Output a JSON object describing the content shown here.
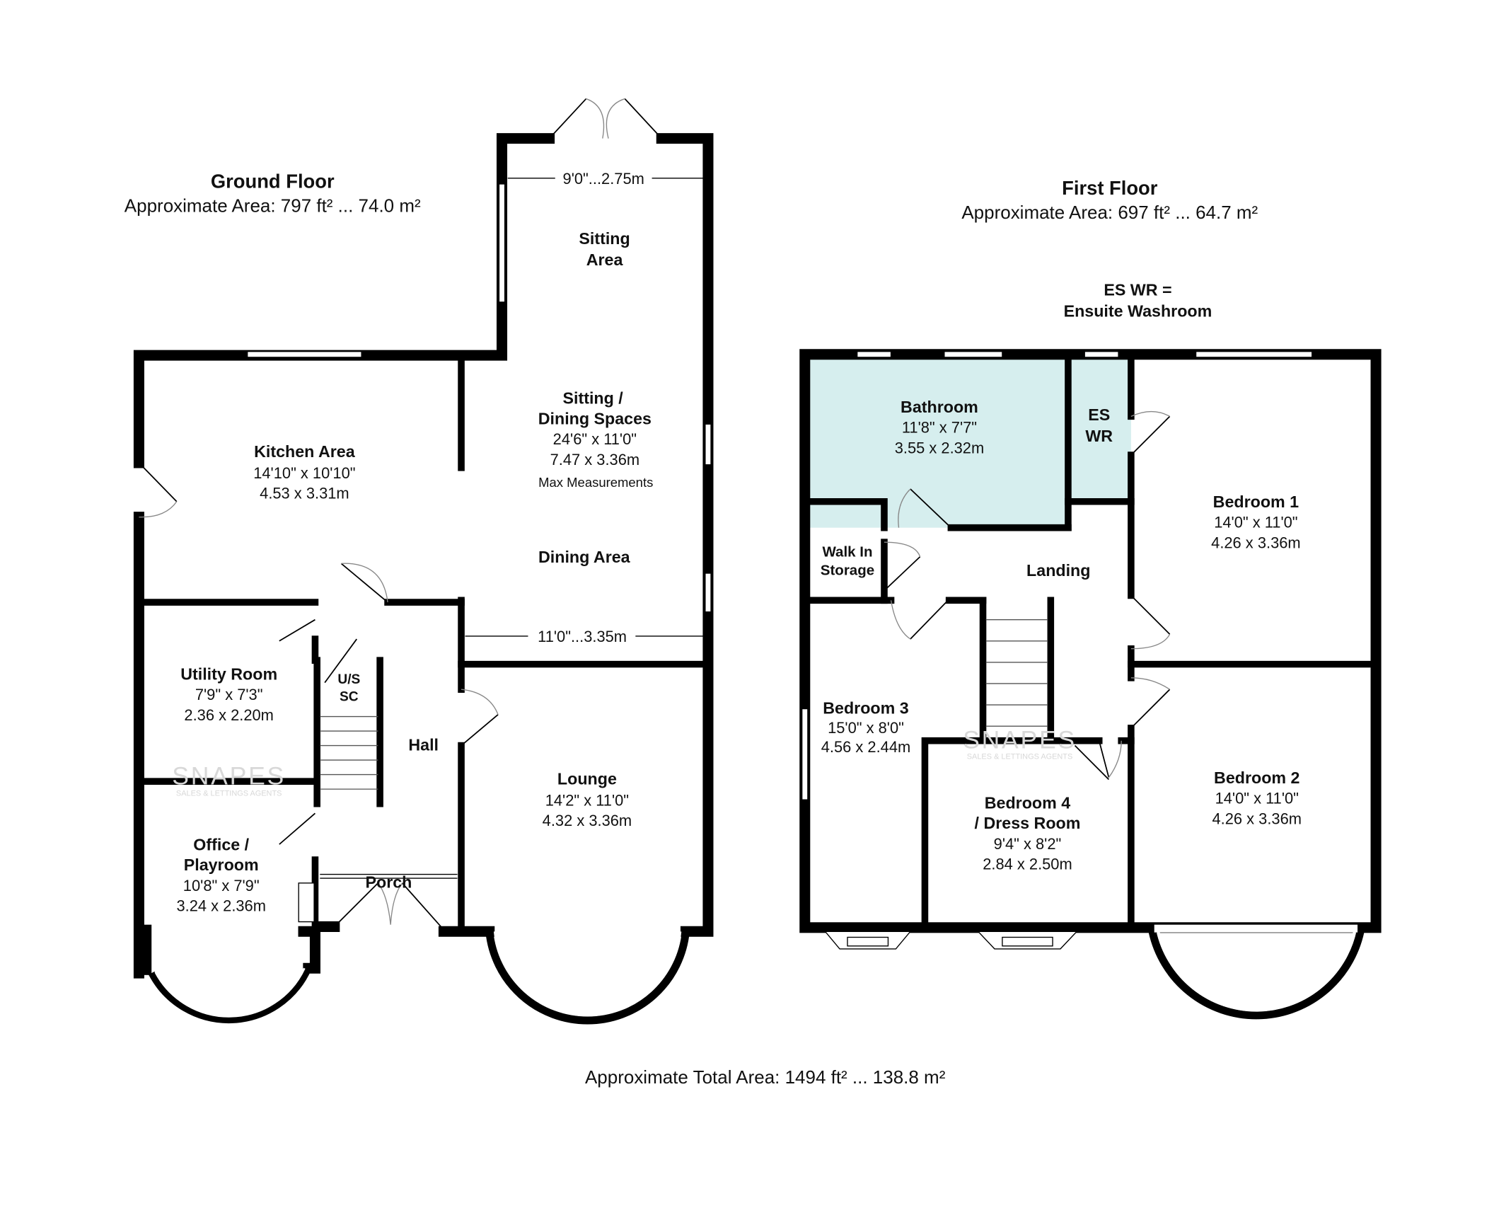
{
  "ground_floor": {
    "title": "Ground Floor",
    "area": "Approximate Area: 797 ft² ... 74.0 m²",
    "dims": {
      "top": "9'0\"...2.75m",
      "bottom": "11'0\"...3.35m"
    },
    "rooms": {
      "sitting_area": [
        "Sitting",
        "Area"
      ],
      "sitting_dining": [
        "Sitting /",
        "Dining Spaces",
        "24'6\" x 11'0\"",
        "7.47 x 3.36m",
        "Max Measurements"
      ],
      "dining_area": "Dining Area",
      "kitchen": [
        "Kitchen Area",
        "14'10\" x 10'10\"",
        "4.53 x 3.31m"
      ],
      "utility": [
        "Utility Room",
        "7'9\" x 7'3\"",
        "2.36 x 2.20m"
      ],
      "us_sc": [
        "U/S",
        "SC"
      ],
      "hall": "Hall",
      "lounge": [
        "Lounge",
        "14'2\" x 11'0\"",
        "4.32 x 3.36m"
      ],
      "office": [
        "Office /",
        "Playroom",
        "10'8\" x 7'9\"",
        "3.24 x 2.36m"
      ],
      "porch": "Porch"
    }
  },
  "first_floor": {
    "title": "First Floor",
    "area": "Approximate Area: 697 ft² ... 64.7 m²",
    "note": [
      "ES WR =",
      "Ensuite Washroom"
    ],
    "rooms": {
      "bathroom": [
        "Bathroom",
        "11'8\" x 7'7\"",
        "3.55 x 2.32m"
      ],
      "es_wr": [
        "ES",
        "WR"
      ],
      "storage": [
        "Walk In",
        "Storage"
      ],
      "landing": "Landing",
      "bedroom1": [
        "Bedroom 1",
        "14'0\" x 11'0\"",
        "4.26 x 3.36m"
      ],
      "bedroom2": [
        "Bedroom 2",
        "14'0\" x 11'0\"",
        "4.26 x 3.36m"
      ],
      "bedroom3": [
        "Bedroom 3",
        "15'0\" x 8'0\"",
        "4.56 x 2.44m"
      ],
      "bedroom4": [
        "Bedroom 4",
        "/ Dress Room",
        "9'4\" x 8'2\"",
        "2.84 x 2.50m"
      ]
    }
  },
  "total_area": "Approximate Total Area: 1494 ft² ... 138.8 m²",
  "watermark": {
    "brand": "SNAPES",
    "tagline": "SALES & LETTINGS AGENTS"
  },
  "colors": {
    "wet_room_fill": "#d6eeee",
    "walls": "#000000"
  }
}
